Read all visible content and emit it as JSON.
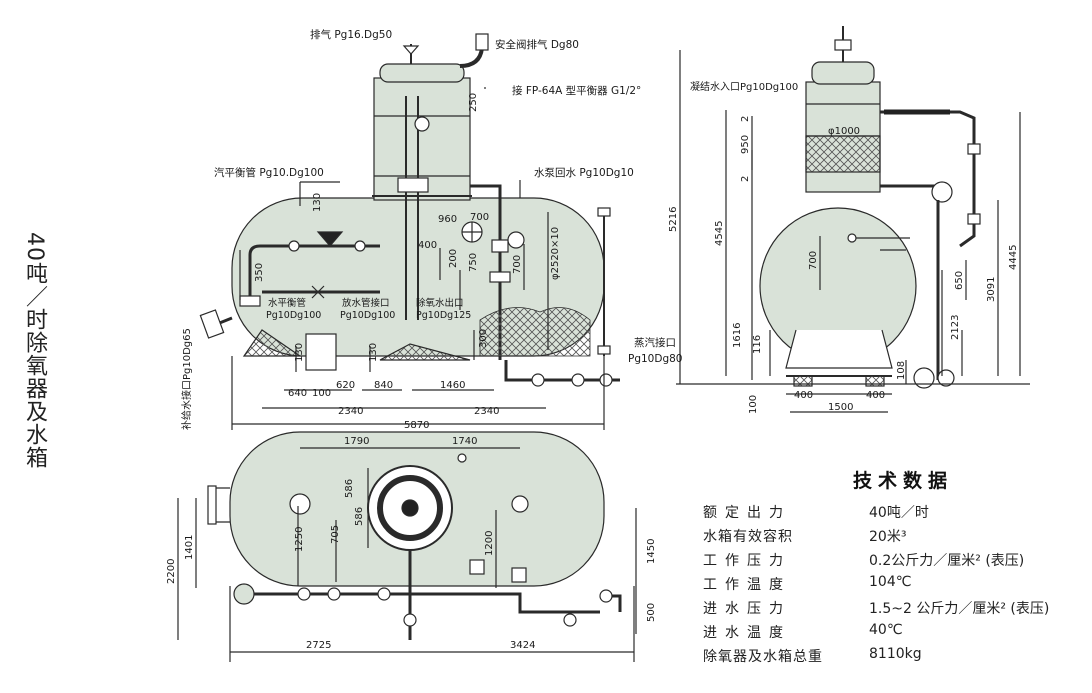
{
  "title": "40吨／时除氧器及水箱",
  "labels": {
    "exhaust": "排气 Pg16.Dg50",
    "safety_valve": "安全阀排气 Dg80",
    "fp_balance": "接 FP-64A 型平衡器 G1/2°",
    "steam_balance": "汽平衡管 Pg10.Dg100",
    "pump_return": "水泵回水 Pg10Dg10",
    "water_balance_1": "水平衡管",
    "water_balance_2": "Pg10Dg100",
    "drain_1": "放水管接口",
    "drain_2": "Pg10Dg100",
    "deox_out_1": "除氧水出口",
    "deox_out_2": "Pg10Dg125",
    "makeup": "补给水接口Pg10Dg65",
    "steam_inlet_1": "蒸汽接口",
    "steam_inlet_2": "Pg10Dg80",
    "condensate": "凝结水入口Pg10Dg100"
  },
  "dims": {
    "d250": "250",
    "d130a": "130",
    "d960": "960",
    "d700a": "700",
    "d400a": "400",
    "d200": "200",
    "d750": "750",
    "d700b": "700",
    "d2520": "φ2520×10",
    "d350": "350",
    "d130b": "130",
    "d130c": "130",
    "d300": "300",
    "d640": "640",
    "d100a": "100",
    "d620": "620",
    "d840": "840",
    "d1460": "1460",
    "d2340a": "2340",
    "d2340b": "2340",
    "d5870": "5870",
    "d5216": "5216",
    "d4545": "4545",
    "d950": "950",
    "d2a": "2",
    "d2b": "2",
    "d1000": "φ1000",
    "d700c": "700",
    "d650": "650",
    "d3091": "3091",
    "d4445": "4445",
    "d1616": "1616",
    "d116": "116",
    "d2123": "2123",
    "d108": "108",
    "d400b": "400",
    "d400c": "400",
    "d1500": "1500",
    "d100b": "100",
    "d1790": "1790",
    "d1740": "1740",
    "d586a": "586",
    "d586b": "586",
    "d705": "705",
    "d1250": "1250",
    "d1200": "1200",
    "d1401": "1401",
    "d2200": "2200",
    "d1450": "1450",
    "d500": "500",
    "d2725": "2725",
    "d3424": "3424"
  },
  "spec": {
    "title": "技术数据",
    "rows": [
      {
        "key": "额定出力",
        "value": "40吨／时"
      },
      {
        "key": "水箱有效容积",
        "value": "20米³"
      },
      {
        "key": "工作压力",
        "value": "0.2公斤力／厘米² (表压)"
      },
      {
        "key": "工作温度",
        "value": "104℃"
      },
      {
        "key": "进水压力",
        "value": "1.5~2 公斤力／厘米² (表压)"
      },
      {
        "key": "进水温度",
        "value": "40℃"
      },
      {
        "key": "除氧器及水箱总重",
        "value": "8110kg"
      }
    ]
  },
  "colors": {
    "line": "#2a2a2a",
    "tank": "#d9e2d8",
    "hatch": "#9aa49a"
  }
}
